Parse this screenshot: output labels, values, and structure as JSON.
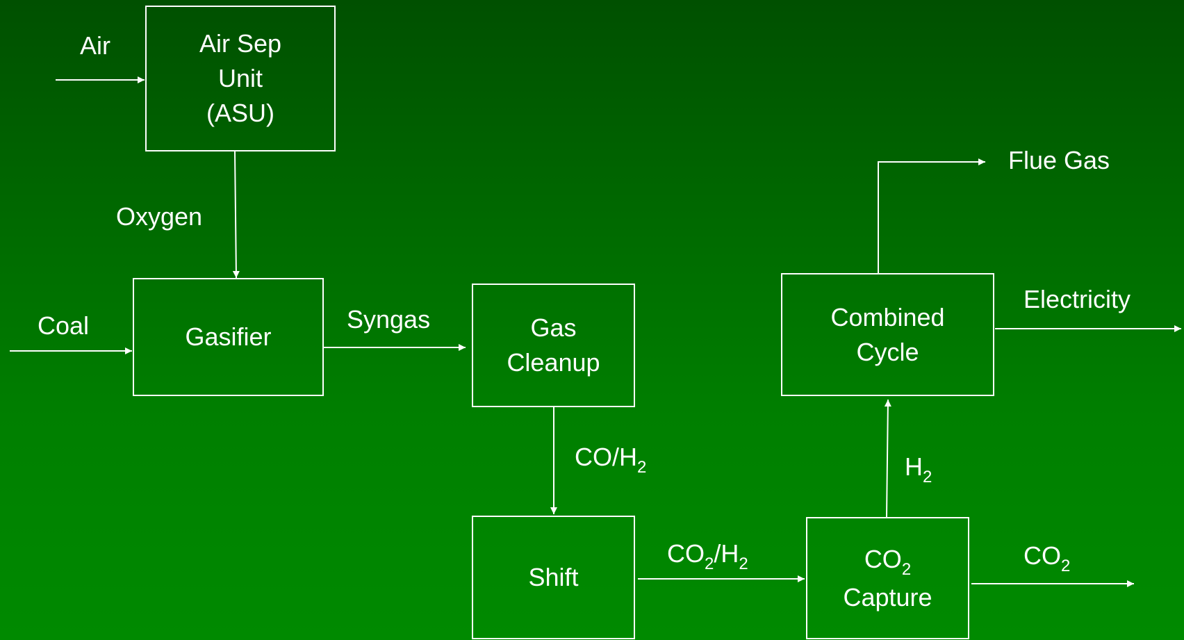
{
  "colors": {
    "background_top": "#005000",
    "background_bottom": "#008a00",
    "line": "#ffffff",
    "text": "#ffffff"
  },
  "boxes": {
    "asu": [
      "Air Sep",
      "Unit",
      "(ASU)"
    ],
    "gasifier": [
      "Gasifier"
    ],
    "gas_cleanup": [
      "Gas",
      "Cleanup"
    ],
    "shift": [
      "Shift"
    ],
    "co2_capture": {
      "line1_main": "CO",
      "line1_sub": "2",
      "line2": "Capture"
    },
    "combined_cycle": [
      "Combined",
      "Cycle"
    ]
  },
  "flows": {
    "air": "Air",
    "oxygen": "Oxygen",
    "coal": "Coal",
    "syngas": "Syngas",
    "co_h2": {
      "a": "CO/H",
      "a_sub": "2"
    },
    "co2_h2": {
      "a": "CO",
      "a_sub": "2",
      "b": "/H",
      "b_sub": "2"
    },
    "h2": {
      "a": "H",
      "a_sub": "2"
    },
    "co2_out": {
      "a": "CO",
      "a_sub": "2"
    },
    "electricity": "Electricity",
    "flue_gas": "Flue Gas"
  }
}
